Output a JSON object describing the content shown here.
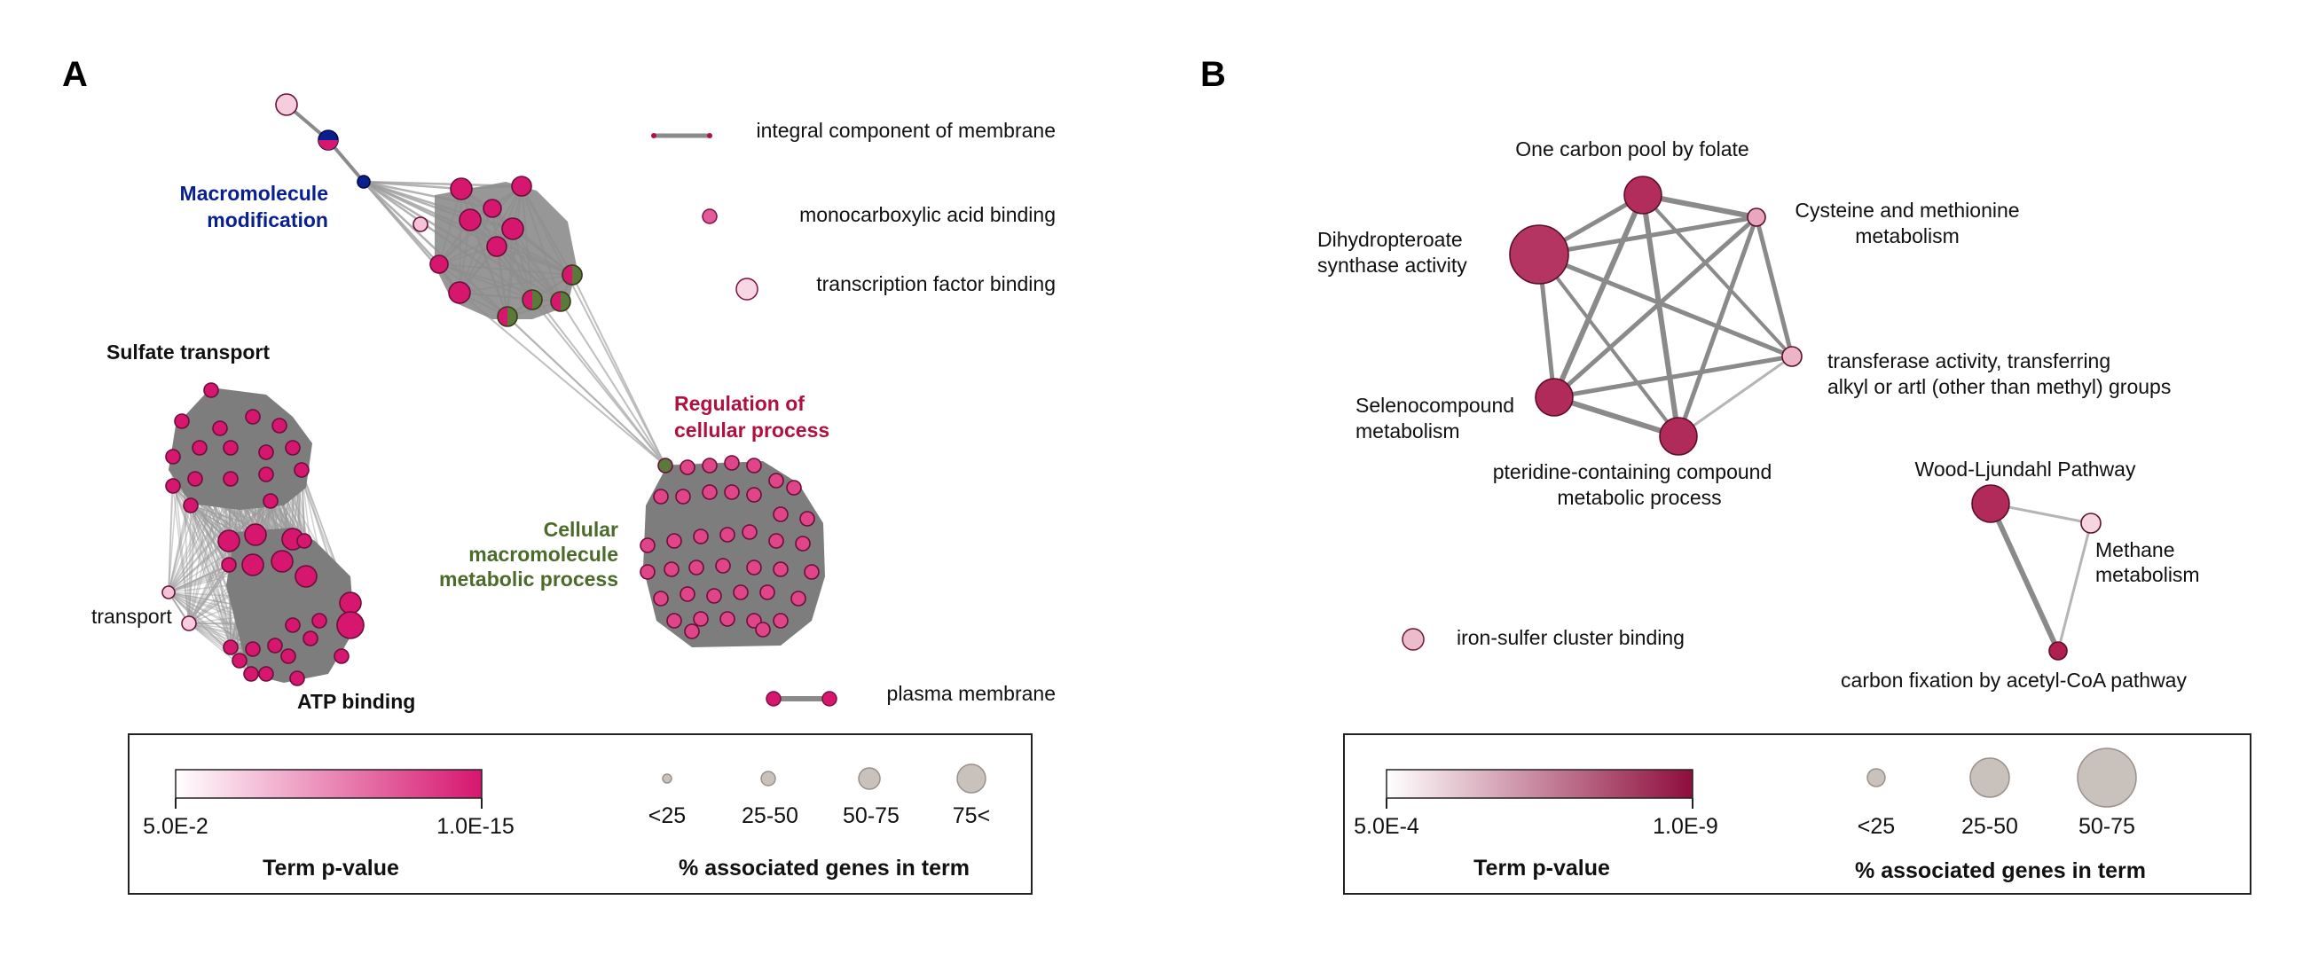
{
  "colors": {
    "edge": "#8a8a8a",
    "blob": "#7d7d7d",
    "nodeA_high": "#d6166f",
    "nodeA_low": "#f8cde0",
    "nodeB_high": "#b02a5a",
    "nodeB_low": "#f3c6d6",
    "blue_cluster": "#0a1f8f",
    "green_cluster": "#4a6b2a",
    "red_cluster": "#b0103f",
    "size_legend": "#c9c1bc"
  },
  "panel_a": {
    "letter": "A",
    "cluster_labels": {
      "macromolecule_line1": "Macromolecule",
      "macromolecule_line2": "modification",
      "sulfate": "Sulfate transport",
      "regulation_line1": "Regulation of",
      "regulation_line2": "cellular process",
      "cellular_line1": "Cellular",
      "cellular_line2": "macromolecule",
      "cellular_line3": "metabolic process",
      "atp": "ATP binding",
      "transport": "transport"
    },
    "side_terms": {
      "integral": "integral component of membrane",
      "monocarboxylic": "monocarboxylic acid binding",
      "transcription": "transcription factor binding",
      "plasma": "plasma membrane"
    },
    "legend": {
      "gradient_low": "5.0E-2",
      "gradient_high": "1.0E-15",
      "gradient_title": "Term p-value",
      "size_labels": [
        "<25",
        "25-50",
        "50-75",
        "75<"
      ],
      "size_title": "% associated genes in term"
    }
  },
  "panel_b": {
    "letter": "B",
    "node_labels": {
      "one_carbon": "One carbon pool by folate",
      "cysteine_line1": "Cysteine and methionine",
      "cysteine_line2": "metabolism",
      "dihydro_line1": "Dihydropteroate",
      "dihydro_line2": "synthase activity",
      "transferase_line1": "transferase activity, transferring",
      "transferase_line2": "alkyl or artl (other than methyl) groups",
      "seleno_line1": "Selenocompound",
      "seleno_line2": "metabolism",
      "pteridine_line1": "pteridine-containing compound",
      "pteridine_line2": "metabolic process",
      "wood": "Wood-Ljundahl Pathway",
      "methane_line1": "Methane",
      "methane_line2": "metabolism",
      "iron": "iron-sulfer cluster binding",
      "carbon": "carbon fixation by acetyl-CoA pathway"
    },
    "legend": {
      "gradient_low": "5.0E-4",
      "gradient_high": "1.0E-9",
      "gradient_title": "Term p-value",
      "size_labels": [
        "<25",
        "25-50",
        "50-75"
      ],
      "size_title": "% associated genes in term"
    }
  }
}
